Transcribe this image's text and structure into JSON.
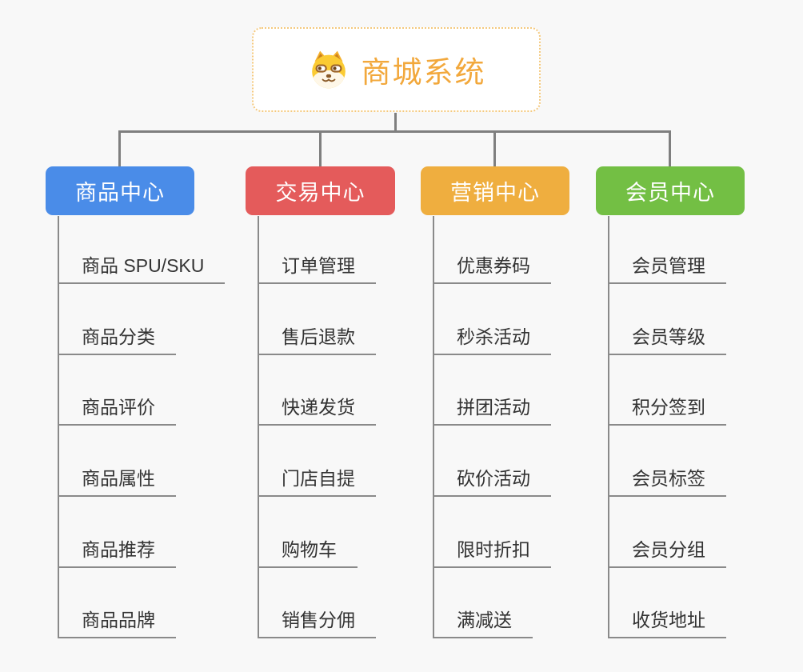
{
  "root": {
    "label": "商城系统",
    "icon": "dog-face-icon",
    "text_color": "#F2A83C",
    "border_color": "#F4C97E"
  },
  "branches": [
    {
      "label": "商品中心",
      "color": "#4A8CE8",
      "children": [
        "商品 SPU/SKU",
        "商品分类",
        "商品评价",
        "商品属性",
        "商品推荐",
        "商品品牌"
      ]
    },
    {
      "label": "交易中心",
      "color": "#E45B5B",
      "children": [
        "订单管理",
        "售后退款",
        "快递发货",
        "门店自提",
        "购物车",
        "销售分佣"
      ]
    },
    {
      "label": "营销中心",
      "color": "#EFAE3F",
      "children": [
        "优惠券码",
        "秒杀活动",
        "拼团活动",
        "砍价活动",
        "限时折扣",
        "满减送"
      ]
    },
    {
      "label": "会员中心",
      "color": "#73BF44",
      "children": [
        "会员管理",
        "会员等级",
        "积分签到",
        "会员标签",
        "会员分组",
        "收货地址"
      ]
    }
  ],
  "colors": {
    "background": "#F8F8F8",
    "connector": "#7F7F7F",
    "child_line": "#8A8A8A",
    "child_text": "#333333"
  }
}
